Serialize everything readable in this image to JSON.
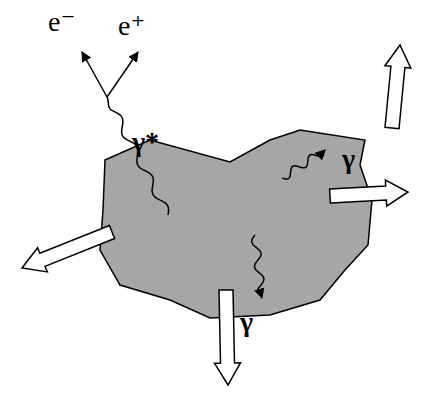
{
  "diagram": {
    "labels": [
      "e⁻",
      "e⁺",
      "γ*",
      "γ",
      "γ"
    ]
  }
}
